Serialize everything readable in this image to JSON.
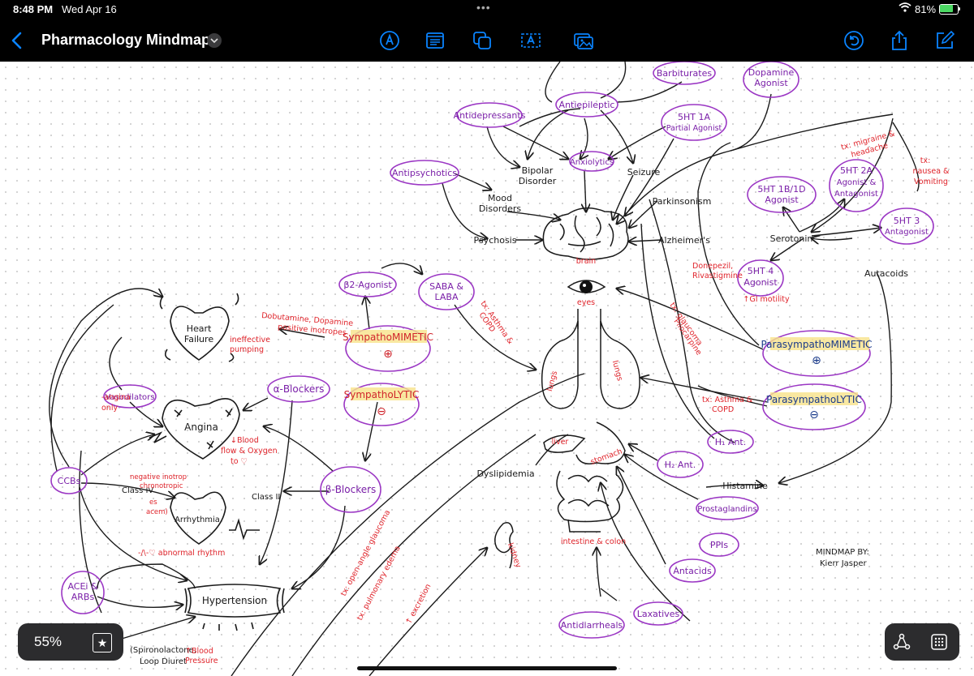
{
  "status": {
    "time": "8:48 PM",
    "date": "Wed Apr 16",
    "battery_pct": "81%",
    "battery_level": 0.81
  },
  "toolbar": {
    "title": "Pharmacology Mindmap",
    "icons": [
      "back-chevron-icon",
      "pen-tool-icon",
      "document-icon",
      "shapes-icon",
      "text-box-icon",
      "image-icon",
      "undo-icon",
      "share-icon",
      "compose-icon"
    ]
  },
  "colors": {
    "purple": "#9b37c4",
    "red": "#e0242b",
    "ink": "#1a1a1a",
    "highlight": "#f8e38a",
    "accent": "#0a84ff"
  },
  "mindmap": {
    "purple_nodes": {
      "barbiturates": "Barbiturates",
      "dopamine_agonist_1": "Dopamine",
      "dopamine_agonist_2": "Agonist",
      "antidepressants": "Antidepressants",
      "antiepileptic": "Antiepileptic",
      "ht1a_1": "5HT 1A",
      "ht1a_2": "Partial Agonist",
      "antipsychotics": "Antipsychotics",
      "anxiolytics": "Anxiolytics",
      "ht1b1d_1": "5HT 1B/1D",
      "ht1b1d_2": "Agonist",
      "ht2a_1": "5HT 2A",
      "ht2a_2": "Agonist &",
      "ht2a_3": "Antagonist",
      "ht3_1": "5HT 3",
      "ht3_2": "Antagonist",
      "ht4_1": "5HT 4",
      "ht4_2": "Agonist",
      "b2_agonist": "β2-Agonist",
      "saba_1": "SABA &",
      "saba_2": "LABA",
      "sympathomimetic_1": "SympathoMIMETIC",
      "sympathomimetic_2": "⊕",
      "sympatholytic_1": "SympathoLYTIC",
      "sympatholytic_2": "⊖",
      "parasympathomimetic_1": "ParasympathoMIMETIC",
      "parasympathomimetic_2": "⊕",
      "parasympatholytic_1": "ParasympathoLYTIC",
      "parasympatholytic_2": "⊖",
      "alpha_blockers": "α-Blockers",
      "beta_blockers": "β-Blockers",
      "ccbs": "CCBs",
      "aceis_1": "ACEi &",
      "aceis_2": "ARBs",
      "vasodilators": "Vasodilators",
      "h1_ant": "H₁ Ant.",
      "h2_ant": "H₂ Ant.",
      "prostaglandins": "Prostaglandins",
      "ppis": "PPIs",
      "antacids": "Antacids",
      "laxatives": "Laxatives",
      "antidiarrheals": "Antidiarrheals"
    },
    "black_labels": {
      "bipolar_1": "Bipolar",
      "bipolar_2": "Disorder",
      "mood_1": "Mood",
      "mood_2": "Disorders",
      "seizure": "Seizure",
      "psychosis": "Psychosis",
      "parkinsonism": "Parkinsonism",
      "alzheimers": "Alzheimer's",
      "serotonin": "Serotonin",
      "autacoids": "Autacoids",
      "histamine": "Histamine",
      "dyslipidemia": "Dyslipidemia",
      "heart_failure_1": "Heart",
      "heart_failure_2": "Failure",
      "angina": "Angina",
      "arrhythmia": "Arrhythmia",
      "hypertension": "Hypertension",
      "class_iv": "Class IV",
      "class_ii": "Class II",
      "credit_1": "MINDMAP BY:",
      "credit_2": "Kierr Jasper",
      "spiro_1": "(Spironolactone,",
      "spiro_2": "Loop Diuret"
    },
    "red_notes": {
      "brain": "brain",
      "eyes": "eyes",
      "lungs_left": "lungs",
      "lungs_right": "lungs",
      "liver": "liver",
      "stomach": "stomach",
      "kidney": "kidney",
      "intestine": "intestine & colon",
      "migraine_1": "tx: migraine &",
      "migraine_2": "headache",
      "nausea_1": "tx:",
      "nausea_2": "nausea &",
      "nausea_3": "Vomiting",
      "gi_motility": "↑GI motility",
      "donepezil_1": "Donepezil,",
      "donepezil_2": "Rivastigmine",
      "glaucoma_1": "tx: glaucoma",
      "glaucoma_2": "Pilocarpine",
      "asthma_1": "tx: Asthma &",
      "asthma_2": "COPD",
      "asthma_copd_1": "tx: Asthma &",
      "asthma_copd_2": "COPD",
      "dobutamine_1": "Dobutamine, Dopamine",
      "dobutamine_2": "positive inotropes",
      "ineffective_1": "ineffective",
      "ineffective_2": "pumping",
      "angina_only_1": "-angina",
      "angina_only_2": "only",
      "blood_flow_1": "↓Blood",
      "blood_flow_2": "flow & Oxygen",
      "blood_flow_3": "to ♡",
      "inotrop_1": "negative inotrop",
      "inotrop_2": "chronotropic",
      "inotrop_3": "es",
      "inotrop_4": "acem)",
      "abnormal": "-/\\-♡ abnormal rhythm",
      "open_angle": "tx: open-angle glaucoma",
      "pulmonary": "tx: pulmonary edema",
      "excretion": "↑ excretion",
      "blood_pressure_1": "↑Blood",
      "blood_pressure_2": "Pressure"
    }
  },
  "bottom": {
    "zoom": "55%"
  }
}
